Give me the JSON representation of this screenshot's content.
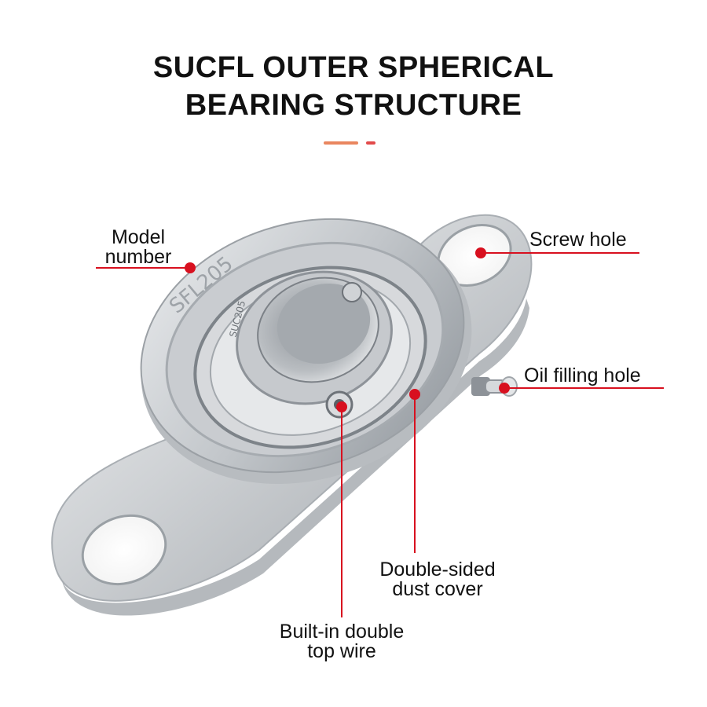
{
  "title": {
    "line1": "SUCFL OUTER SPHERICAL",
    "line2": "BEARING STRUCTURE"
  },
  "colors": {
    "accent_orange": "#e9865f",
    "accent_red": "#e24a4a",
    "callout_red": "#d8101f"
  },
  "product_image": {
    "housing_marking": "SFL205",
    "insert_marking": "SUC205"
  },
  "callouts": {
    "model_number": {
      "line1": "Model",
      "line2": "number"
    },
    "screw_hole": {
      "line1": "Screw hole"
    },
    "oil_filling_hole": {
      "line1": "Oil filling hole"
    },
    "dust_cover": {
      "line1": "Double-sided",
      "line2": "dust cover"
    },
    "top_wire": {
      "line1": "Built-in double",
      "line2": "top wire"
    }
  }
}
